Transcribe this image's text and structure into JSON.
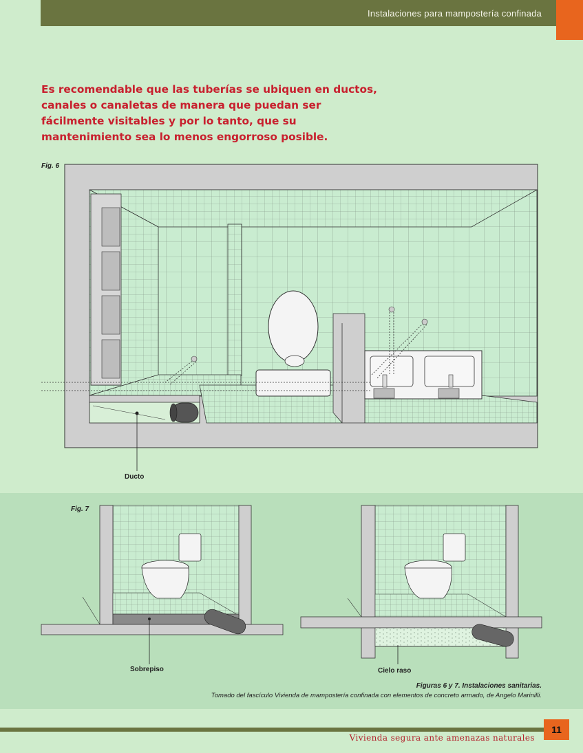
{
  "header": {
    "title": "Instalaciones para mampostería confinada"
  },
  "lead_text": "Es recomendable que las tuberías se ubiquen en ductos, canales o canaletas de manera que puedan ser fácilmente visitables y por lo tanto, que su mantenimiento sea lo menos engorroso posible.",
  "fig6": {
    "label": "Fig. 6",
    "callout": "Ducto"
  },
  "fig7": {
    "label": "Fig. 7",
    "callout_left": "Sobrepiso",
    "callout_right": "Cielo raso"
  },
  "caption": {
    "title": "Figuras 6 y 7. Instalaciones sanitarias.",
    "source": "Tomado del fascículo Vivienda de mampostería confinada con elementos de concreto armado, de Angelo Marinilli."
  },
  "footer": {
    "page_number": "11",
    "title": "Vivienda segura ante amenazas naturales"
  },
  "colors": {
    "page_bg": "#cfeccc",
    "header_bar": "#6a7440",
    "accent_orange": "#e8651e",
    "lead_red": "#c8202e",
    "band_bg": "#b9dfbb"
  }
}
